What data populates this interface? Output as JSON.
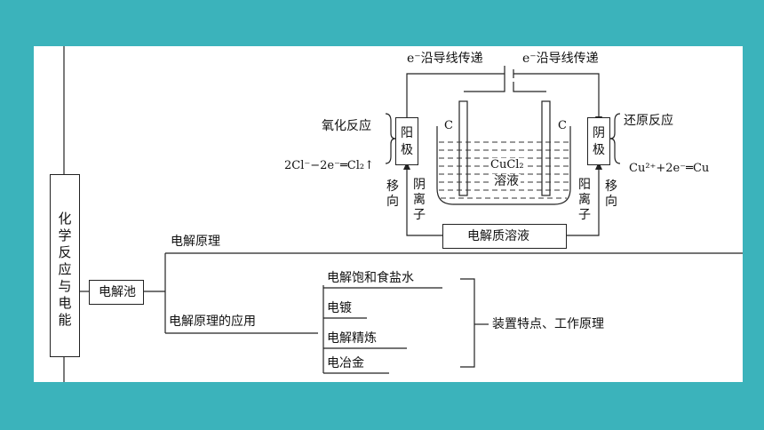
{
  "root": {
    "label": "化学反应与电能"
  },
  "main_node": {
    "label": "电解池"
  },
  "branches": [
    {
      "label": "电解原理"
    },
    {
      "label": "电解原理的应用"
    }
  ],
  "applications": [
    "电解饱和食盐水",
    "电镀",
    "电解精炼",
    "电冶金"
  ],
  "applications_summary": "装置特点、工作原理",
  "apparatus": {
    "electron_flow_label": "e⁻沿导线传递",
    "left_process": "氧化反应",
    "right_process": "还原反应",
    "anode": "阳极",
    "cathode": "阴极",
    "electrode_letter": "C",
    "solution_formula": "CuCl₂",
    "solution_word": "溶液",
    "left_move": "移向",
    "left_ions": "阴离子",
    "right_ions": "阳离子",
    "right_move": "移向",
    "electrolyte_box": "电解质溶液",
    "anode_equation": "2Cl⁻−2e⁻═Cl₂↑",
    "cathode_equation": "Cu²⁺+2e⁻═Cu"
  }
}
